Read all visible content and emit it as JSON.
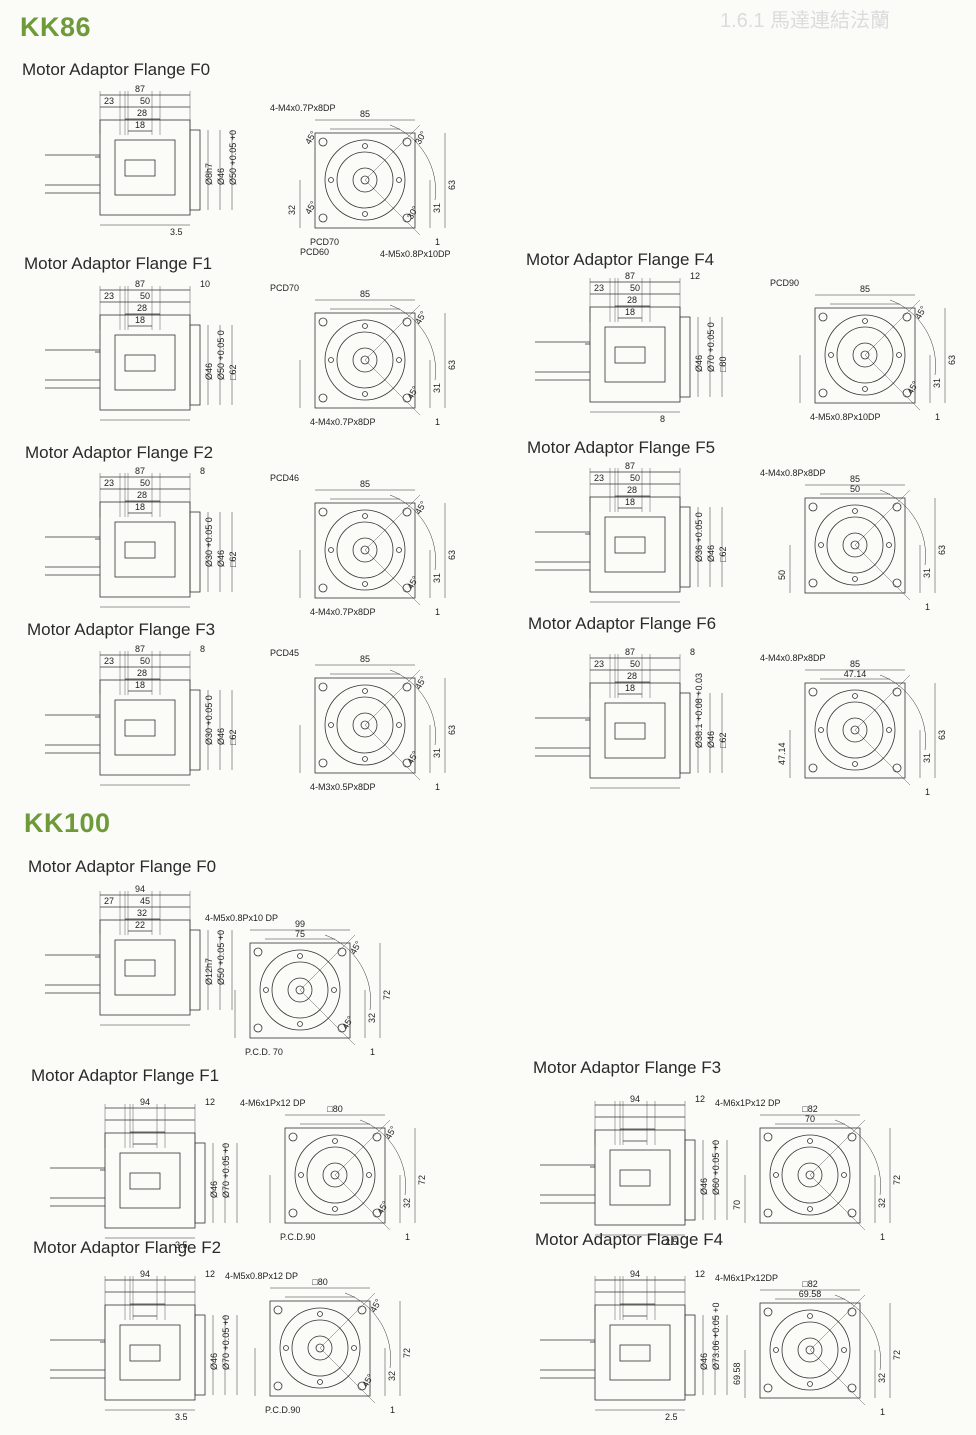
{
  "page_header": "1.6.1 馬達連結法蘭",
  "sections": [
    {
      "series": "KK86",
      "flanges": [
        {
          "title": "Motor Adaptor Flange F0",
          "side": {
            "overall": "87",
            "d1": "23",
            "d2": "50",
            "d3": "28",
            "d4": "18",
            "tail": "",
            "small": "3.5",
            "vdims": [
              "Ø8h7",
              "Ø46",
              "Ø50 +0.05 +0"
            ]
          },
          "front": {
            "width": "85",
            "mid": "",
            "height": "63",
            "half": "31",
            "mid2": "32",
            "off": "1",
            "angles": [
              "30°",
              "30°",
              "45°",
              "45°"
            ],
            "notes": [
              "4-M4x0.7Px8DP",
              "PCD70",
              "PCD60",
              "4-M5x0.8Px10DP"
            ]
          }
        },
        {
          "title": "Motor Adaptor Flange F1",
          "side": {
            "overall": "87",
            "d1": "23",
            "d2": "50",
            "d3": "28",
            "d4": "18",
            "tail": "10",
            "small": "",
            "vdims": [
              "Ø46",
              "Ø50 +0.05 0",
              "□62"
            ]
          },
          "front": {
            "width": "85",
            "mid": "",
            "height": "63",
            "half": "31",
            "mid2": "",
            "off": "1",
            "angles": [
              "45°",
              "45°"
            ],
            "notes": [
              "PCD70",
              "4-M4x0.7Px8DP"
            ]
          }
        },
        {
          "title": "Motor Adaptor Flange F4",
          "side": {
            "overall": "87",
            "d1": "23",
            "d2": "50",
            "d3": "28",
            "d4": "18",
            "tail": "12",
            "small": "8",
            "vdims": [
              "Ø46",
              "Ø70 +0.05 0",
              "□80"
            ]
          },
          "front": {
            "width": "85",
            "mid": "",
            "height": "63",
            "half": "31",
            "mid2": "",
            "off": "1",
            "angles": [
              "45°",
              "45°"
            ],
            "notes": [
              "PCD90",
              "4-M5x0.8Px10DP"
            ]
          }
        },
        {
          "title": "Motor Adaptor Flange F2",
          "side": {
            "overall": "87",
            "d1": "23",
            "d2": "50",
            "d3": "28",
            "d4": "18",
            "tail": "8",
            "small": "",
            "vdims": [
              "Ø30 +0.05 0",
              "Ø46",
              "□62"
            ]
          },
          "front": {
            "width": "85",
            "mid": "",
            "height": "63",
            "half": "31",
            "mid2": "",
            "off": "1",
            "angles": [
              "45°",
              "45°"
            ],
            "notes": [
              "PCD46",
              "4-M4x0.7Px8DP"
            ]
          }
        },
        {
          "title": "Motor Adaptor Flange F5",
          "side": {
            "overall": "87",
            "d1": "23",
            "d2": "50",
            "d3": "28",
            "d4": "18",
            "tail": "",
            "small": "",
            "vdims": [
              "Ø36 +0.05 0",
              "Ø46",
              "□62"
            ]
          },
          "front": {
            "width": "85",
            "mid": "50",
            "height": "63",
            "half": "31",
            "mid2": "50",
            "off": "1",
            "angles": [],
            "notes": [
              "4-M4x0.8Px8DP"
            ]
          }
        },
        {
          "title": "Motor Adaptor Flange F3",
          "side": {
            "overall": "87",
            "d1": "23",
            "d2": "50",
            "d3": "28",
            "d4": "18",
            "tail": "8",
            "small": "",
            "vdims": [
              "Ø30 +0.05 0",
              "Ø46",
              "□62"
            ]
          },
          "front": {
            "width": "85",
            "mid": "",
            "height": "63",
            "half": "31",
            "mid2": "",
            "off": "1",
            "angles": [
              "45°",
              "45°"
            ],
            "notes": [
              "PCD45",
              "4-M3x0.5Px8DP"
            ]
          }
        },
        {
          "title": "Motor Adaptor Flange F6",
          "side": {
            "overall": "87",
            "d1": "23",
            "d2": "50",
            "d3": "28",
            "d4": "18",
            "tail": "8",
            "small": "",
            "vdims": [
              "Ø38.1 +0.08 +0.03",
              "Ø46",
              "□62"
            ]
          },
          "front": {
            "width": "85",
            "mid": "47.14",
            "height": "63",
            "half": "31",
            "mid2": "47.14",
            "off": "1",
            "angles": [],
            "notes": [
              "4-M4x0.8Px8DP"
            ]
          }
        }
      ]
    },
    {
      "series": "KK100",
      "flanges": [
        {
          "title": "Motor Adaptor Flange F0",
          "side": {
            "overall": "94",
            "d1": "27",
            "d2": "45",
            "d3": "32",
            "d4": "22",
            "tail": "",
            "small": "",
            "vdims": [
              "Ø12h7",
              "Ø50 +0.05 +0"
            ]
          },
          "front": {
            "width": "99",
            "mid": "75",
            "height": "72",
            "half": "32",
            "mid2": "",
            "off": "1",
            "angles": [
              "45°",
              "45°"
            ],
            "notes": [
              "4-M5x0.8Px10 DP",
              "P.C.D. 70"
            ]
          }
        },
        {
          "title": "Motor Adaptor Flange F1",
          "side": {
            "overall": "94",
            "d1": "",
            "d2": "",
            "d3": "",
            "d4": "",
            "tail": "12",
            "small": "3.5",
            "vdims": [
              "Ø46",
              "Ø70 +0.05 +0"
            ]
          },
          "front": {
            "width": "□80",
            "mid": "",
            "height": "72",
            "half": "32",
            "mid2": "",
            "off": "1",
            "angles": [
              "45°",
              "45°"
            ],
            "notes": [
              "4-M6x1Px12 DP",
              "P.C.D.90"
            ]
          }
        },
        {
          "title": "Motor Adaptor Flange F3",
          "side": {
            "overall": "94",
            "d1": "",
            "d2": "",
            "d3": "",
            "d4": "",
            "tail": "12",
            "small": "2.5",
            "vdims": [
              "Ø46",
              "Ø60 +0.05 +0"
            ]
          },
          "front": {
            "width": "□82",
            "mid": "70",
            "height": "72",
            "half": "32",
            "mid2": "70",
            "off": "1",
            "angles": [],
            "notes": [
              "4-M6x1Px12 DP"
            ]
          }
        },
        {
          "title": "Motor Adaptor Flange F2",
          "side": {
            "overall": "94",
            "d1": "",
            "d2": "",
            "d3": "",
            "d4": "",
            "tail": "12",
            "small": "3.5",
            "vdims": [
              "Ø46",
              "Ø70 +0.05 +0"
            ]
          },
          "front": {
            "width": "□80",
            "mid": "",
            "height": "72",
            "half": "32",
            "mid2": "",
            "off": "1",
            "angles": [
              "45°",
              "45°"
            ],
            "notes": [
              "4-M5x0.8Px12 DP",
              "P.C.D.90"
            ]
          }
        },
        {
          "title": "Motor Adaptor Flange F4",
          "side": {
            "overall": "94",
            "d1": "",
            "d2": "",
            "d3": "",
            "d4": "",
            "tail": "12",
            "small": "2.5",
            "vdims": [
              "Ø46",
              "Ø73.06 +0.05 +0"
            ]
          },
          "front": {
            "width": "□82",
            "mid": "69.58",
            "height": "72",
            "half": "32",
            "mid2": "69.58",
            "off": "1",
            "angles": [],
            "notes": [
              "4-M6x1Px12DP"
            ]
          }
        }
      ]
    }
  ]
}
